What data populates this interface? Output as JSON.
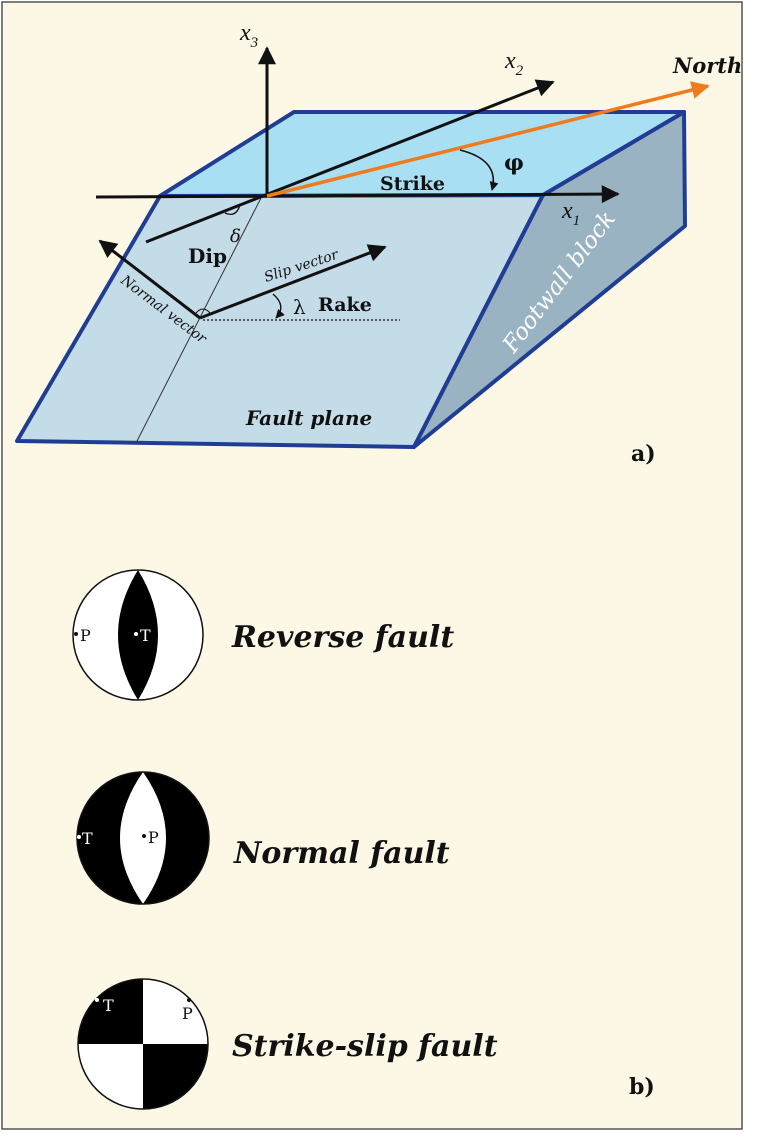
{
  "colors": {
    "background": "#fdf8e6",
    "fault_plane_fill": "#c4dbe8",
    "top_face_fill": "#a8dff3",
    "side_face_fill": "#9ab3c3",
    "edge_blue": "#1f3e93",
    "north_arrow": "#ef7b1f",
    "ink": "#111111",
    "beachball_black": "#000000",
    "beachball_white": "#ffffff"
  },
  "panel_a": {
    "axis_x3": "x",
    "axis_x3_sub": "3",
    "axis_x2": "x",
    "axis_x2_sub": "2",
    "axis_x1": "x",
    "axis_x1_sub": "1",
    "north": "North",
    "phi": "φ",
    "strike": "Strike",
    "delta": "δ",
    "dip": "Dip",
    "slip_vector": "Slip vector",
    "normal_vector": "Normal vector",
    "lambda": "λ",
    "rake": "Rake",
    "fault_plane": "Fault plane",
    "footwall_block": "Footwall block",
    "panel_label": "a)"
  },
  "panel_b": {
    "panel_label": "b)",
    "mechanisms": [
      {
        "label": "Reverse fault",
        "p": "P",
        "t": "T"
      },
      {
        "label": "Normal fault",
        "p": "P",
        "t": "T"
      },
      {
        "label": "Strike-slip fault",
        "p": "P",
        "t": "T"
      }
    ]
  }
}
